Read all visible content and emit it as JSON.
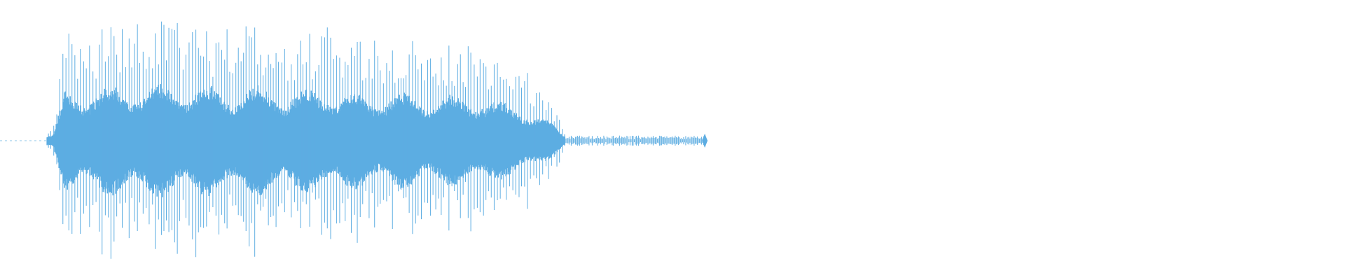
{
  "waveform": {
    "color": "#5DADE2",
    "background": "#FFFFFF",
    "style": "vertical peak bars around a centre line",
    "rendered_fraction_of_width": 0.525,
    "leading_silence": {
      "fraction": [
        0.0,
        0.035
      ],
      "style": "faint dashed centre line"
    },
    "trailing_noise": {
      "fraction": [
        0.42,
        0.525
      ],
      "level": 0.03
    },
    "end_marker": {
      "fraction": 0.524,
      "shape": "diamond"
    }
  }
}
